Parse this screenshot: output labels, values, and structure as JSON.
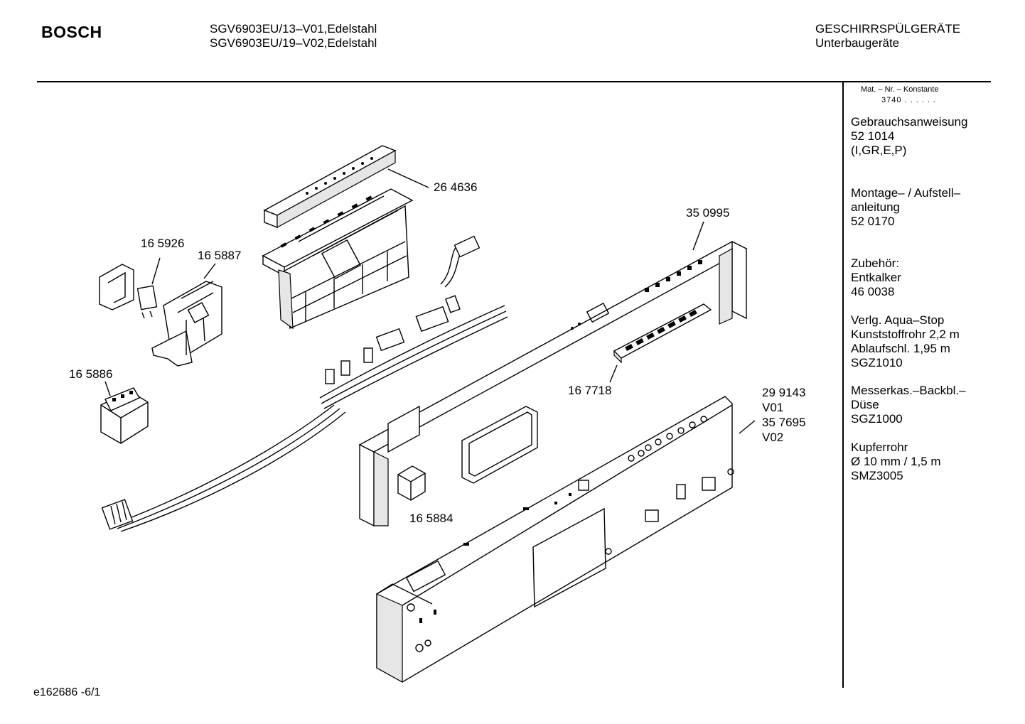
{
  "header": {
    "brand": "BOSCH",
    "models": [
      "SGV6903EU/13–V01,Edelstahl",
      "SGV6903EU/19–V02,Edelstahl"
    ],
    "category": "GESCHIRRSPÜLGERÄTE",
    "subcategory": "Unterbaugeräte"
  },
  "sidebar": {
    "konstante_label": "Mat. – Nr. – Konstante",
    "konstante_value": "3740 . . . . . .",
    "blocks": [
      {
        "lines": [
          "Gebrauchsanweisung",
          "52 1014",
          "(I,GR,E,P)"
        ]
      },
      {
        "lines": [
          "Montage– / Aufstell–",
          "anleitung",
          "52 0170"
        ]
      },
      {
        "lines": [
          "Zubehör:",
          "Entkalker",
          "46 0038"
        ]
      },
      {
        "lines": [
          "Verlg. Aqua–Stop",
          "Kunststoffrohr 2,2 m",
          "Ablaufschl. 1,95 m",
          "SGZ1010"
        ]
      },
      {
        "lines": [
          "Messerkas.–Backbl.–",
          "Düse",
          "SGZ1000"
        ]
      },
      {
        "lines": [
          "Kupferrohr",
          "Ø 10 mm / 1,5 m",
          "SMZ3005"
        ]
      }
    ]
  },
  "parts": {
    "p264636": "26 4636",
    "p350995": "35 0995",
    "p165926": "16 5926",
    "p165887": "16 5887",
    "p165886": "16 5886",
    "p167718": "16 7718",
    "p299143": "29 9143",
    "v01": "V01",
    "p357695": "35 7695",
    "v02": "V02",
    "p165884": "16 5884"
  },
  "footer": {
    "code": "e162686 -6/1"
  }
}
